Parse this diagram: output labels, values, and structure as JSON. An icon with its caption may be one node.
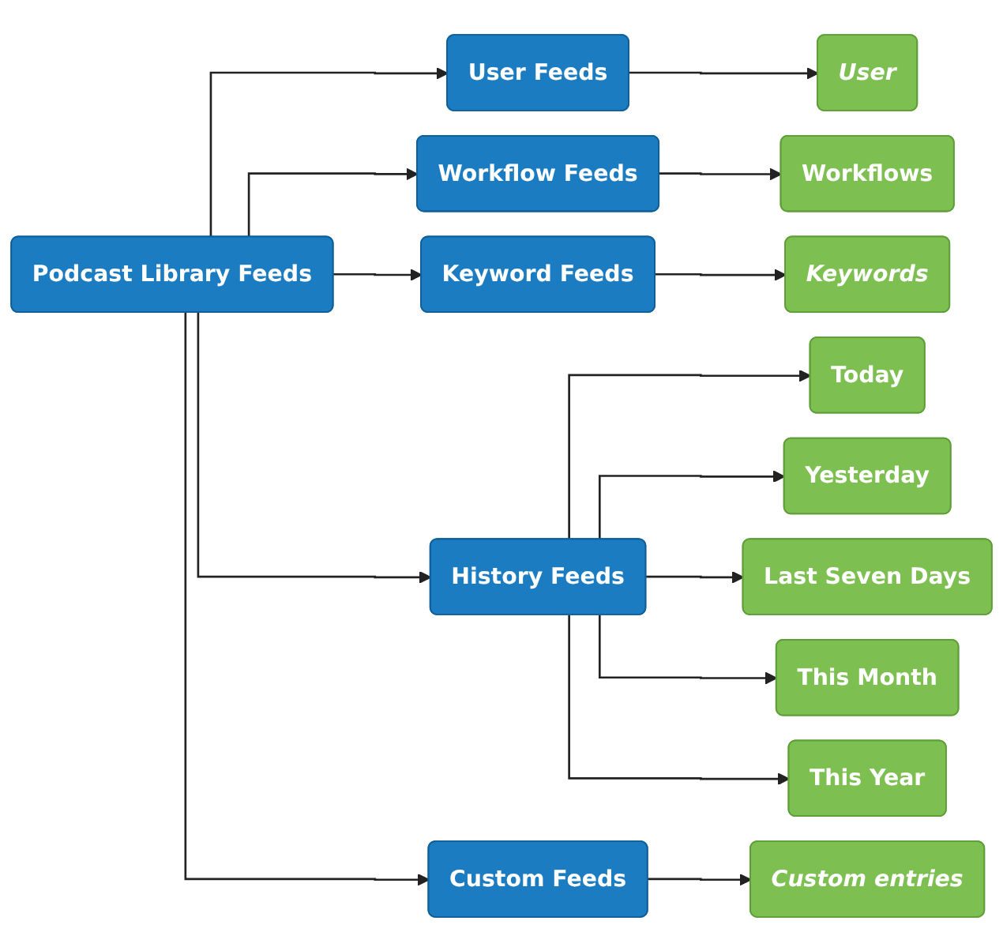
{
  "diagram": {
    "nodes": [
      {
        "text": [
          "Podcast Library Feeds"
        ]
      },
      {
        "text": [
          "User Feeds"
        ]
      },
      {
        "text": [
          "Workflow Feeds"
        ]
      },
      {
        "text": [
          "Keyword Feeds"
        ]
      },
      {
        "text": [
          "History Feeds"
        ]
      },
      {
        "text": [
          "Custom Feeds"
        ]
      },
      {
        "text": [
          "User"
        ]
      },
      {
        "text": [
          "Workflows"
        ]
      },
      {
        "text": [
          "Keywords"
        ]
      },
      {
        "text": [
          "Today"
        ]
      },
      {
        "text": [
          "Yesterday"
        ]
      },
      {
        "text": [
          "Last Seven Days"
        ]
      },
      {
        "text": [
          "This Month"
        ]
      },
      {
        "text": [
          "This Year"
        ]
      },
      {
        "text": [
          "Custom entries"
        ]
      }
    ],
    "edges": [
      {
        "from": 0,
        "to": 1,
        "arrow": "to"
      },
      {
        "from": 0,
        "to": 2,
        "arrow": "to"
      },
      {
        "from": 0,
        "to": 3,
        "arrow": "to"
      },
      {
        "from": 0,
        "to": 4,
        "arrow": "to"
      },
      {
        "from": 0,
        "to": 5,
        "arrow": "to"
      },
      {
        "from": 1,
        "to": 6,
        "arrow": "to"
      },
      {
        "from": 2,
        "to": 7,
        "arrow": "to"
      },
      {
        "from": 3,
        "to": 8,
        "arrow": "to"
      },
      {
        "from": 4,
        "to": 9,
        "arrow": "to"
      },
      {
        "from": 4,
        "to": 10,
        "arrow": "to"
      },
      {
        "from": 4,
        "to": 11,
        "arrow": "to"
      },
      {
        "from": 4,
        "to": 12,
        "arrow": "to"
      },
      {
        "from": 4,
        "to": 13,
        "arrow": "to"
      },
      {
        "from": 5,
        "to": 14,
        "arrow": "to"
      }
    ]
  }
}
